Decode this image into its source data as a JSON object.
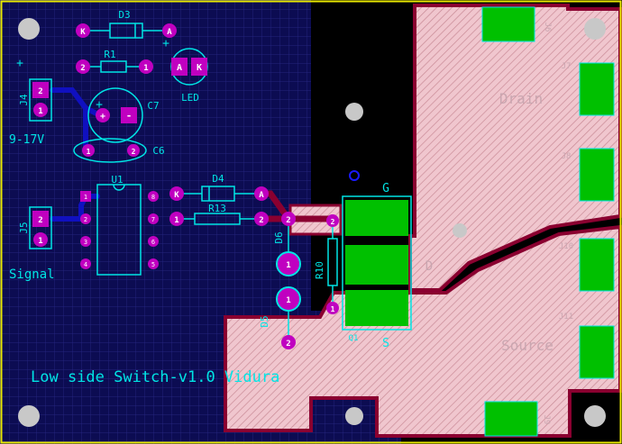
{
  "colors": {
    "background": "#000000",
    "grid_region": "#0c0c52",
    "grid_line": "#2a2a8a",
    "silkscreen": "#00e5e5",
    "pad": "#c000c0",
    "pad_text": "#ffffff",
    "smd_pad": "#00c000",
    "bottom_trace": "#1010c0",
    "copper_pour": "#e8b8c0",
    "pour_border": "#8a0030",
    "board_outline": "#e8e800",
    "mount_hole": "#c8c8c8"
  },
  "labels": {
    "d3": "D3",
    "r1": "R1",
    "led": "LED",
    "c7": "C7",
    "c6": "C6",
    "j4": "J4",
    "supply": "9-17V",
    "u1": "U1",
    "d4": "D4",
    "r13": "R13",
    "j5": "J5",
    "signal": "Signal",
    "d6": "D6",
    "d5": "D5",
    "r10": "R10",
    "gate": "G",
    "drain_d": "D",
    "source_s": "S",
    "q1": "Q1",
    "drain_label": "Drain",
    "source_label": "Source",
    "j6": "J6",
    "j7": "J7",
    "j8": "J8",
    "j10": "J10",
    "j11": "J11",
    "j9": "J9",
    "plus_j4": "+",
    "plus_led": "+",
    "plus_c7": "+",
    "title": "Low side Switch-v1.0 Vidura"
  },
  "pads": {
    "k": "K",
    "a": "A",
    "one": "1",
    "two": "2",
    "three": "3",
    "four": "4",
    "five": "5",
    "six": "6",
    "seven": "7",
    "eight": "8",
    "plus": "+",
    "minus": "-"
  }
}
